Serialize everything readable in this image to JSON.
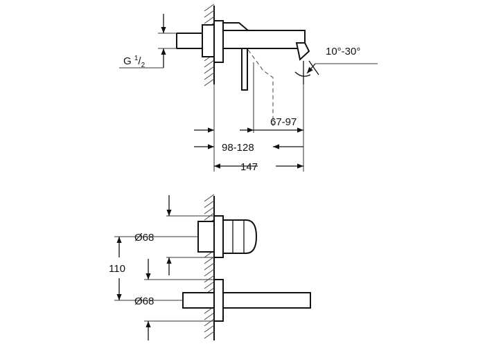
{
  "dimensions": {
    "thread_prefix": "G ",
    "thread_numerator": "1",
    "thread_slash": "/",
    "thread_denominator": "2",
    "angle": "10°-30°",
    "projection": "67-97",
    "wall_distance": "98-128",
    "total_length": "147",
    "diameter_upper": "Ø68",
    "diameter_lower": "Ø68",
    "spacing": "110"
  },
  "colors": {
    "line": "#111111",
    "background": "#ffffff"
  }
}
